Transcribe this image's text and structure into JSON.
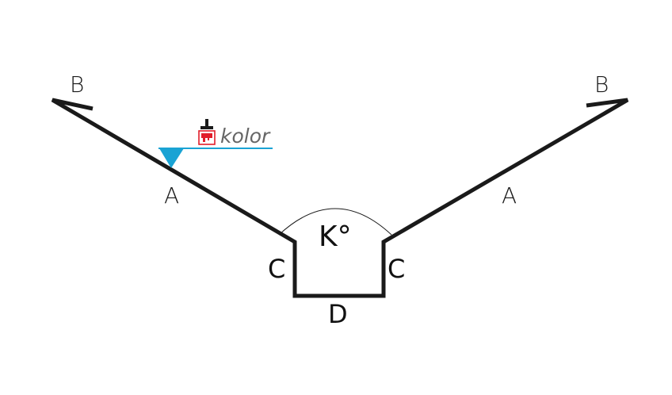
{
  "diagram": {
    "labels": {
      "b_left": "B",
      "b_right": "B",
      "a_left": "A",
      "a_right": "A",
      "c_left": "C",
      "c_right": "C",
      "d_bottom": "D",
      "k_angle": "K°",
      "paint_legend": "kolor"
    },
    "colors": {
      "profile_stroke": "#1a1a1a",
      "paint_accent": "#1aa3d4",
      "paint_icon_red": "#e11d2a",
      "text": "#1a1a1a",
      "legend_text": "#666666"
    },
    "icons": {
      "paint_marker": "paintbrush-bucket-icon",
      "paint_side_marker": "triangle-down-icon"
    }
  }
}
